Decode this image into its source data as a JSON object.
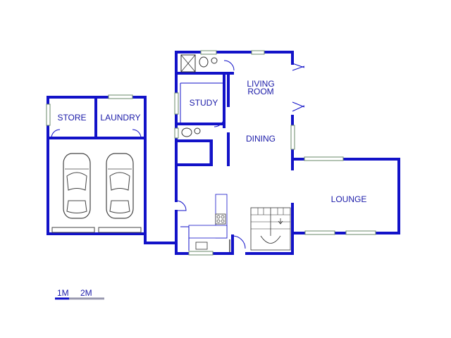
{
  "rooms": {
    "store": "STORE",
    "laundry": "LAUNDRY",
    "study": "STUDY",
    "living_line1": "LIVING",
    "living_line2": "ROOM",
    "dining": "DINING",
    "lounge": "LOUNGE"
  },
  "scale": {
    "label_1": "1M",
    "label_2": "2M"
  },
  "colors": {
    "wall": "#1212c8",
    "label": "#1a1aa8",
    "background": "#ffffff"
  }
}
